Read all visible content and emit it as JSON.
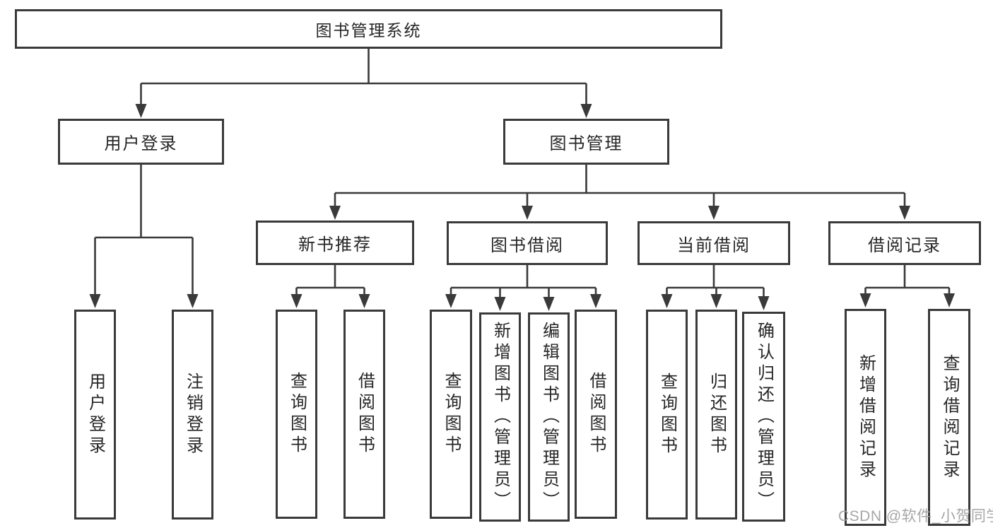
{
  "diagram": {
    "root": {
      "label": "图书管理系统",
      "children": [
        {
          "label": "用户登录",
          "children": [
            {
              "label": "用户登录"
            },
            {
              "label": "注销登录"
            }
          ]
        },
        {
          "label": "图书管理",
          "children": [
            {
              "label": "新书推荐",
              "children": [
                {
                  "label": "查询图书"
                },
                {
                  "label": "借阅图书"
                }
              ]
            },
            {
              "label": "图书借阅",
              "children": [
                {
                  "label": "查询图书"
                },
                {
                  "label": "新增图书（管理员）"
                },
                {
                  "label": "编辑图书（管理员）"
                },
                {
                  "label": "借阅图书"
                }
              ]
            },
            {
              "label": "当前借阅",
              "children": [
                {
                  "label": "查询图书"
                },
                {
                  "label": "归还图书"
                },
                {
                  "label": "确认归还（管理员）"
                }
              ]
            },
            {
              "label": "借阅记录",
              "children": [
                {
                  "label": "新增借阅记录"
                },
                {
                  "label": "查询借阅记录"
                }
              ]
            }
          ]
        }
      ]
    }
  },
  "watermark": {
    "text": "CSDN @软件_小贺同学"
  },
  "colors": {
    "line": "#3a3a3a",
    "box_border": "#3a3a3a",
    "box_background": "#ffffff",
    "text": "#262626",
    "watermark": "#9e9e9e",
    "background": "#ffffff"
  }
}
